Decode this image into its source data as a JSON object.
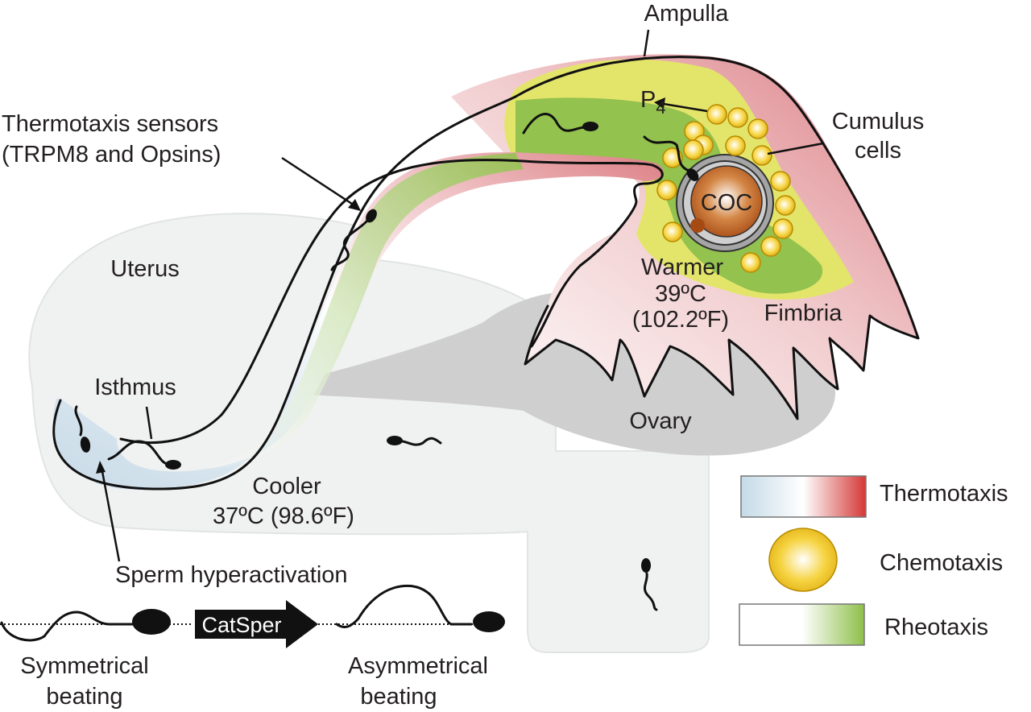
{
  "figure": {
    "title": "Sperm guidance in the female reproductive tract",
    "regions": {
      "uterus": "Uterus",
      "isthmus": "Isthmus",
      "ampulla": "Ampulla",
      "fimbria": "Fimbria",
      "ovary": "Ovary",
      "coc": "COC",
      "cumulus_line1": "Cumulus",
      "cumulus_line2": "cells"
    },
    "annotations": {
      "thermo_sensors_line1": "Thermotaxis sensors",
      "thermo_sensors_line2": "(TRPM8 and Opsins)",
      "p4_base": "P",
      "p4_sub": "4",
      "cooler_line1": "Cooler",
      "cooler_line2": "37ºC (98.6ºF)",
      "warmer_line1": "Warmer",
      "warmer_line2": "39ºC",
      "warmer_line3": "(102.2ºF)",
      "hyperactivation": "Sperm hyperactivation"
    },
    "beating": {
      "symmetric_line1": "Symmetrical",
      "symmetric_line2": "beating",
      "catsper": "CatSper",
      "asymmetric_line1": "Asymmetrical",
      "asymmetric_line2": "beating"
    },
    "legend": [
      {
        "label": "Thermotaxis",
        "icon": "blue-to-red-gradient-swatch",
        "colors": [
          "#c9dde9",
          "#ffffff",
          "#d63b3b"
        ]
      },
      {
        "label": "Chemotaxis",
        "icon": "yellow-sphere",
        "colors": [
          "#ffffff",
          "#f5cf2e",
          "#c59a10"
        ]
      },
      {
        "label": "Rheotaxis",
        "icon": "white-to-green-gradient-swatch",
        "colors": [
          "#ffffff",
          "#8fbf4a"
        ]
      }
    ],
    "colors": {
      "uterus_fill": "#f0f1f1",
      "ovary_fill": "#cfcfcf",
      "thermo_cool": "#c9dde9",
      "thermo_warm": "#d9757a",
      "rheo_green": "#93c24e",
      "chemo_yellow": "#e3e56a",
      "coc_brown": "#b5541c"
    }
  }
}
